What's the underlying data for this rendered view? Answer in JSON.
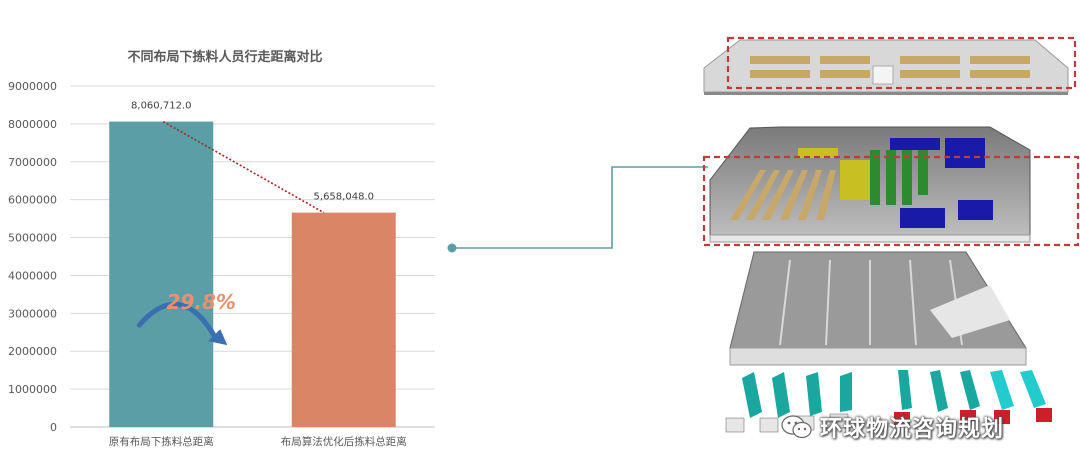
{
  "chart_data": {
    "type": "bar",
    "title": "不同布局下拣料人员行走距离对比",
    "categories": [
      "原有布局下拣料总距离",
      "布局算法优化后拣料总距离"
    ],
    "values": [
      8060712.0,
      5658048.0
    ],
    "data_labels": [
      "8,060,712.0",
      "5,658,048.0"
    ],
    "colors": [
      "#5b9ea5",
      "#d98566"
    ],
    "ylim": [
      0,
      9000000
    ],
    "yticks": [
      0,
      1000000,
      2000000,
      3000000,
      4000000,
      5000000,
      6000000,
      7000000,
      8000000,
      9000000
    ],
    "grid": true,
    "annotation": "29.8%"
  },
  "watermark": {
    "text": "环球物流咨询规划"
  },
  "colors": {
    "connector": "#5b9ea5",
    "highlight_box": "#c0393b",
    "trend_line": "#b22222",
    "arrow": "#3a6fb0"
  }
}
